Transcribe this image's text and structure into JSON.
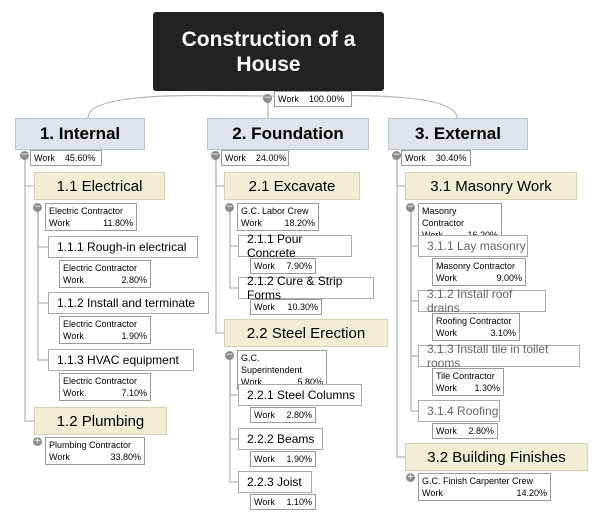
{
  "root": {
    "title": "Construction of a House",
    "work_label": "Work",
    "work_value": "100.00%"
  },
  "branches": {
    "internal": {
      "title": "1.  Internal",
      "work_label": "Work",
      "work_value": "45.60%"
    },
    "foundation": {
      "title": "2.  Foundation",
      "work_label": "Work",
      "work_value": "24.00%"
    },
    "external": {
      "title": "3.  External",
      "work_label": "Work",
      "work_value": "30.40%"
    }
  },
  "items": {
    "electrical": {
      "title": "1.1  Electrical",
      "resource": "Electric Contractor",
      "work_label": "Work",
      "work_value": "11.80%"
    },
    "roughin": {
      "title": "1.1.1  Rough-in electrical",
      "resource": "Electric Contractor",
      "work_label": "Work",
      "work_value": "2.80%"
    },
    "install": {
      "title": "1.1.2  Install and terminate",
      "resource": "Electric Contractor",
      "work_label": "Work",
      "work_value": "1.90%"
    },
    "hvac": {
      "title": "1.1.3  HVAC equipment",
      "resource": "Electric Contractor",
      "work_label": "Work",
      "work_value": "7.10%"
    },
    "plumbing": {
      "title": "1.2  Plumbing",
      "resource": "Plumbing Contractor",
      "work_label": "Work",
      "work_value": "33.80%"
    },
    "excavate": {
      "title": "2.1  Excavate",
      "resource": "G.C. Labor Crew",
      "work_label": "Work",
      "work_value": "18.20%"
    },
    "pour": {
      "title": "2.1.1  Pour Concrete",
      "work_label": "Work",
      "work_value": "7.90%"
    },
    "cure": {
      "title": "2.1.2  Cure & Strip Forms",
      "work_label": "Work",
      "work_value": "10.30%"
    },
    "steel": {
      "title": "2.2  Steel Erection",
      "resource": "G.C. Superintendent",
      "work_label": "Work",
      "work_value": "5.80%"
    },
    "columns": {
      "title": "2.2.1  Steel Columns",
      "work_label": "Work",
      "work_value": "2.80%"
    },
    "beams": {
      "title": "2.2.2  Beams",
      "work_label": "Work",
      "work_value": "1.90%"
    },
    "joist": {
      "title": "2.2.3  Joist",
      "work_label": "Work",
      "work_value": "1.10%"
    },
    "masonry": {
      "title": "3.1  Masonry Work",
      "resource": "Masonry Contractor",
      "work_label": "Work",
      "work_value": "16.20%"
    },
    "lay": {
      "title": "3.1.1  Lay masonry",
      "resource": "Masonry Contractor",
      "work_label": "Work",
      "work_value": "9.00%"
    },
    "drains": {
      "title": "3.1.2  Install roof drains",
      "resource": "Roofing Contractor",
      "work_label": "Work",
      "work_value": "3.10%"
    },
    "tile": {
      "title": "3.1.3  Install tile in toilet rooms",
      "resource": "Tile Contractor",
      "work_label": "Work",
      "work_value": "1.30%"
    },
    "roofing": {
      "title": "3.1.4  Roofing",
      "work_label": "Work",
      "work_value": "2.80%"
    },
    "finishes": {
      "title": "3.2  Building Finishes",
      "resource": "G.C. Finish Carpenter Crew",
      "work_label": "Work",
      "work_value": "14.20%"
    }
  },
  "icons": {
    "collapse": "minus-toggle-icon",
    "expand": "plus-toggle-icon"
  },
  "colors": {
    "root_bg": "#222222",
    "branch_bg": "#dde4ec",
    "subtopic_bg": "#f2edd5",
    "connector": "#b4b4b4"
  }
}
